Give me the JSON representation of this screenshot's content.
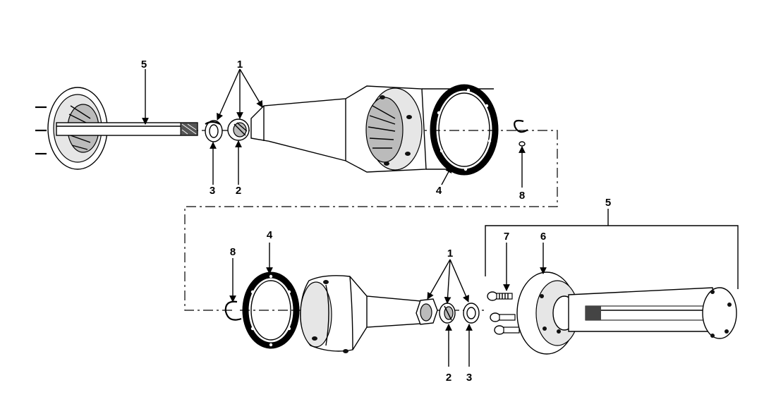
{
  "callouts": {
    "top_5": "5",
    "top_1": "1",
    "top_3": "3",
    "top_2": "2",
    "top_4": "4",
    "top_8": "8",
    "bot_5": "5",
    "bot_8": "8",
    "bot_4": "4",
    "bot_1": "1",
    "bot_7": "7",
    "bot_6": "6",
    "bot_2": "2",
    "bot_3": "3"
  }
}
